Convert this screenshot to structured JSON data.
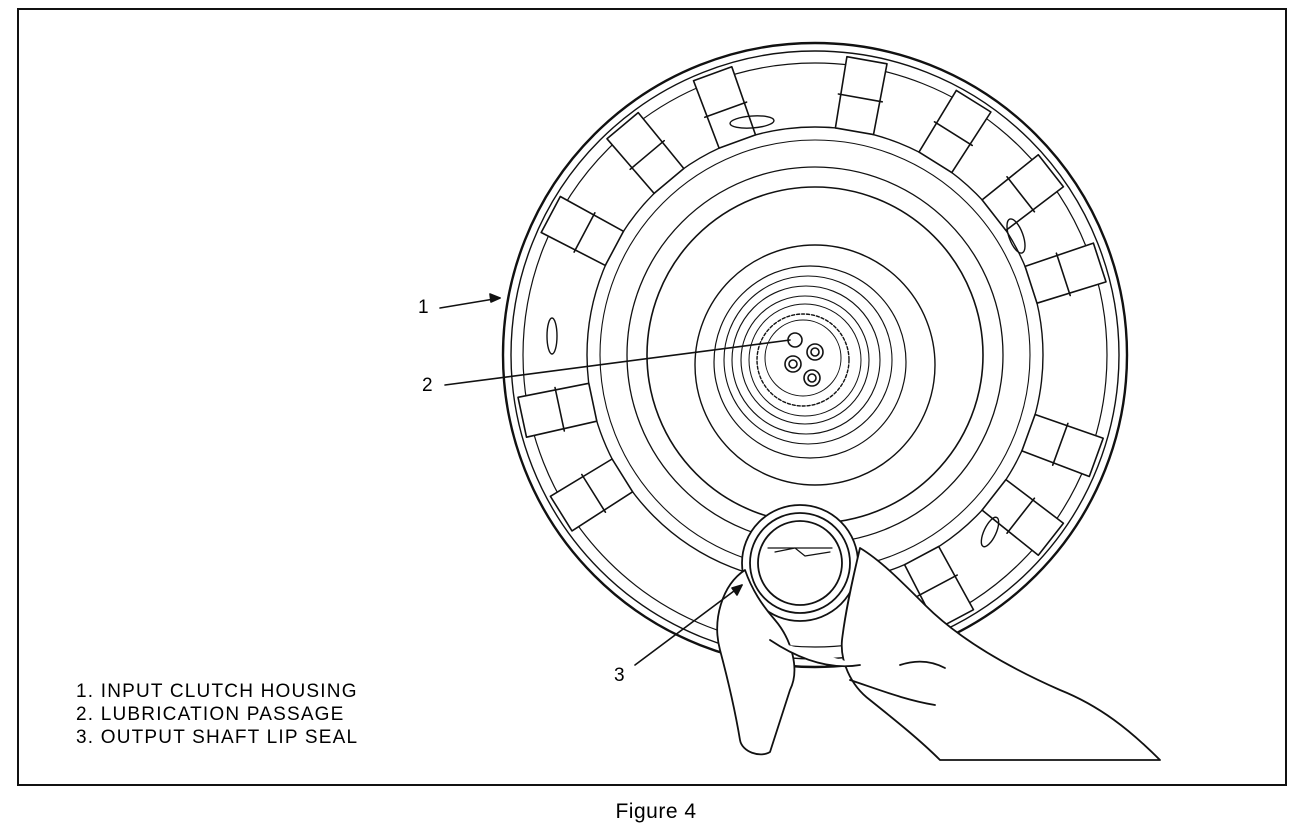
{
  "callouts": [
    "1",
    "2",
    "3"
  ],
  "legend": [
    "1. INPUT CLUTCH HOUSING",
    "2. LUBRICATION PASSAGE",
    "3. OUTPUT SHAFT LIP SEAL"
  ],
  "caption": "Figure 4"
}
